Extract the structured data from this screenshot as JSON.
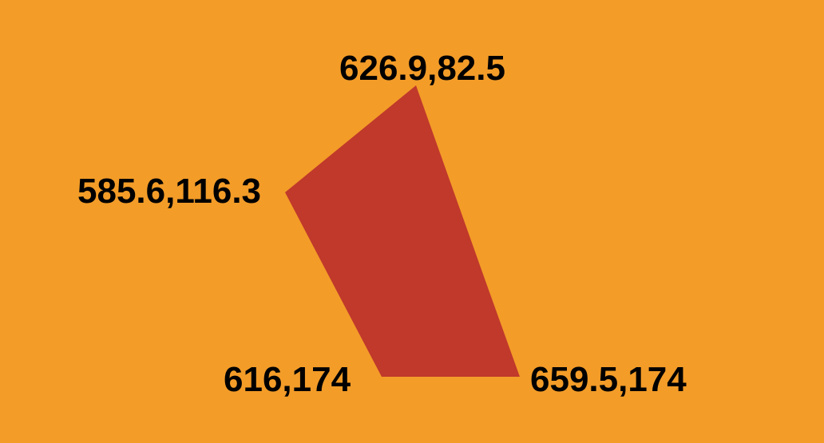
{
  "colors": {
    "background": "#F39C28",
    "shape_fill": "#C0392B",
    "label_text": "#000000"
  },
  "vertices": [
    {
      "label": "626.9,82.5"
    },
    {
      "label": "585.6,116.3"
    },
    {
      "label": "616,174"
    },
    {
      "label": "659.5,174"
    }
  ]
}
